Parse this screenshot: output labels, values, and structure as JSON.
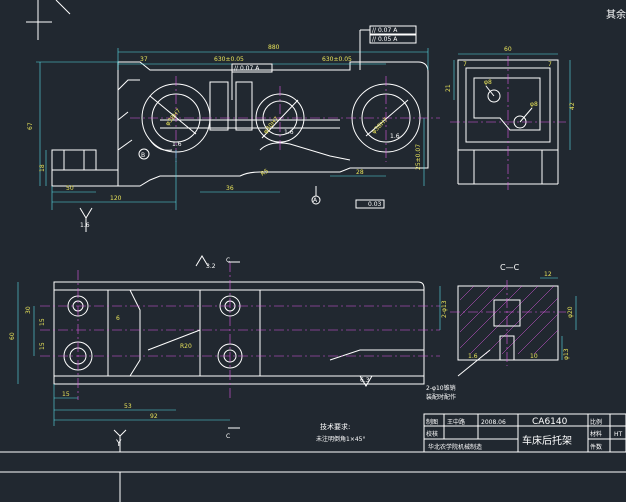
{
  "corner_note": "其余",
  "front_view": {
    "dim_overall": "880",
    "dim_left": "37",
    "dim_pitch1": "630±0.05",
    "dim_pitch2": "630±0.05",
    "dim_height": "67",
    "dim_foot_height": "18",
    "dim_foot_width": "50",
    "dim_base_len": "120",
    "dim_right_off": "28",
    "dim_hole_height": "25±0.07",
    "dim_mid": "36",
    "tol_top1": "// 0.07 A",
    "tol_top2": "// 0.05 A",
    "tol_mid": "// 0.07 A",
    "datum_label": "A",
    "flatness": "0.03",
    "hole1": "φ38H7",
    "hole2": "φ30H7",
    "hole3": "φ38H7",
    "rough1": "1.6",
    "rough2": "1.6",
    "rough3": "1.6",
    "rough_base": "1.6",
    "balloon": "B",
    "radius": "R5"
  },
  "side_view": {
    "dim_width": "60",
    "dim_left": "7",
    "dim_right": "7",
    "dim_top": "21",
    "dim_height": "42",
    "hole_a": "φ8",
    "hole_b": "φ8"
  },
  "top_view": {
    "section_mark_left": "C",
    "section_mark_bottom": "C",
    "rough": "3.2",
    "dim_height": "60",
    "dim_30": "30",
    "dim_15a": "15",
    "dim_15b": "15",
    "dim_6": "6",
    "dim_53": "53",
    "dim_15c": "15",
    "dim_92": "92",
    "radius_note": "R20",
    "rough_bottom": "6.3",
    "view_letter": "Y"
  },
  "section_view": {
    "title": "C—C",
    "dim_a": "2-φ13",
    "dim_b": "12",
    "dim_c": "φ20",
    "dim_d": "10",
    "dim_e": "φ13",
    "dim_f": "1.6",
    "note_line1": "2-φ10锥销",
    "note_line2": "装配时配作"
  },
  "tech_req": {
    "title": "技术要求:",
    "line1": "未注明倒角1×45°"
  },
  "title_block": {
    "drawn_label": "制图",
    "drawn_name": "王中路",
    "date": "2008.06",
    "check_label": "校核",
    "school": "华北农学院机械制造",
    "model": "CA6140",
    "part_name": "车床后托架",
    "scale_label": "比例",
    "material_label": "材料",
    "material_value": "HT",
    "count_label": "件数"
  }
}
